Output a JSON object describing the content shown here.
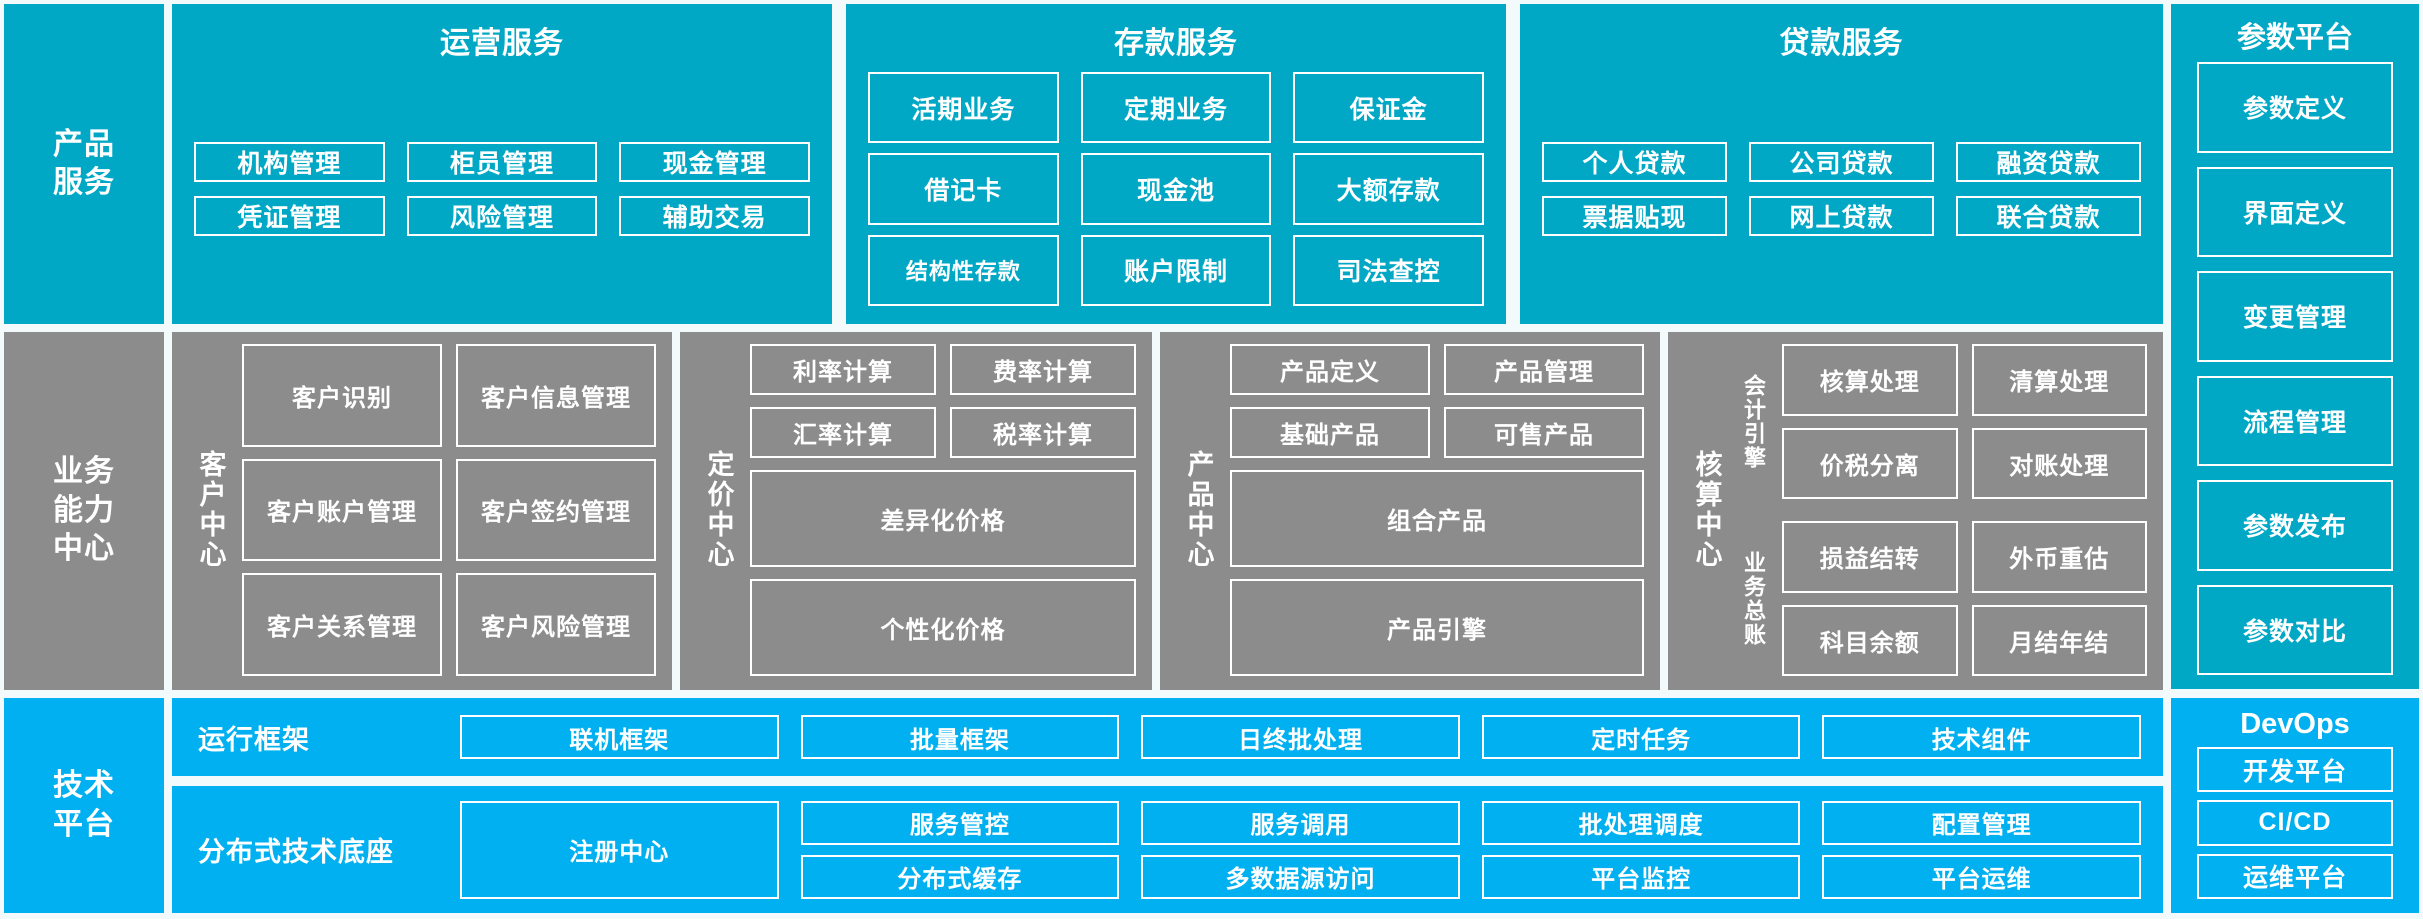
{
  "colors": {
    "teal": "#00a8c6",
    "gray": "#8c8c8c",
    "blue": "#00b0f0",
    "bg": "#f2fafc",
    "border": "#ffffff"
  },
  "rows": {
    "product": {
      "rail_label": "产品\n服务",
      "groups": [
        {
          "title": "运营服务",
          "tiles": [
            "机构管理",
            "柜员管理",
            "现金管理",
            "凭证管理",
            "风险管理",
            "辅助交易"
          ]
        },
        {
          "title": "存款服务",
          "tiles": [
            "活期业务",
            "定期业务",
            "保证金",
            "借记卡",
            "现金池",
            "大额存款",
            "结构性存款",
            "账户限制",
            "司法查控"
          ]
        },
        {
          "title": "贷款服务",
          "tiles": [
            "个人贷款",
            "公司贷款",
            "融资贷款",
            "票据贴现",
            "网上贷款",
            "联合贷款"
          ]
        }
      ]
    },
    "capability": {
      "rail_label": "业务\n能力\n中心",
      "centers": [
        {
          "name": "客户中心",
          "tiles": [
            "客户识别",
            "客户信息管理",
            "客户账户管理",
            "客户签约管理",
            "客户关系管理",
            "客户风险管理"
          ]
        },
        {
          "name": "定价中心",
          "tiles": [
            "利率计算",
            "费率计算",
            "汇率计算",
            "税率计算"
          ],
          "wide": [
            "差异化价格",
            "个性化价格"
          ]
        },
        {
          "name": "产品中心",
          "tiles": [
            "产品定义",
            "产品管理",
            "基础产品",
            "可售产品"
          ],
          "wide": [
            "组合产品",
            "产品引擎"
          ]
        },
        {
          "name": "核算中心",
          "subgroups": [
            {
              "label": "会计引擎",
              "tiles": [
                "核算处理",
                "清算处理",
                "价税分离",
                "对账处理"
              ]
            },
            {
              "label": "业务总账",
              "tiles": [
                "损益结转",
                "外币重估",
                "科目余额",
                "月结年结"
              ]
            }
          ]
        }
      ]
    },
    "tech": {
      "rail_label": "技术\n平台",
      "runtime": {
        "label": "运行框架",
        "tiles": [
          "联机框架",
          "批量框架",
          "日终批处理",
          "定时任务",
          "技术组件"
        ]
      },
      "base": {
        "label": "分布式技术底座",
        "registry": "注册中心",
        "tiles": [
          "服务管控",
          "服务调用",
          "批处理调度",
          "配置管理",
          "分布式缓存",
          "多数据源访问",
          "平台监控",
          "平台运维"
        ]
      }
    }
  },
  "side_panels": {
    "param": {
      "title": "参数平台",
      "items": [
        "参数定义",
        "界面定义",
        "变更管理",
        "流程管理",
        "参数发布",
        "参数对比"
      ]
    },
    "devops": {
      "title": "DevOps",
      "items": [
        "开发平台",
        "CI/CD",
        "运维平台"
      ]
    }
  }
}
